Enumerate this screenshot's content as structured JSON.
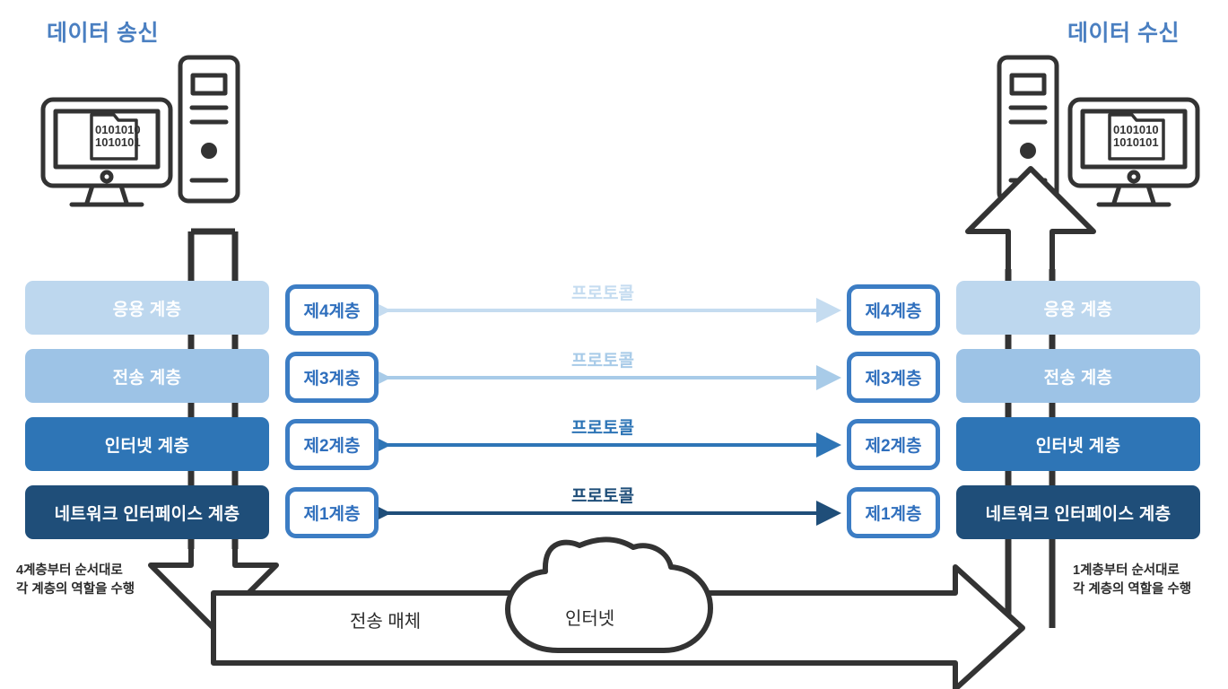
{
  "diagram": {
    "title_left": "데이터 송신",
    "title_right": "데이터 수신",
    "sender": {
      "label": "데이터 송신",
      "icons": [
        "monitor-binary-file-icon",
        "desktop-tower-icon"
      ],
      "screen_text_line1": "0101010",
      "screen_text_line2": "1010101"
    },
    "receiver": {
      "label": "데이터 수신",
      "icons": [
        "desktop-tower-icon",
        "monitor-binary-file-icon"
      ],
      "screen_text_line1": "0101010",
      "screen_text_line2": "1010101"
    },
    "stack_layers": [
      {
        "name": "응용 계층",
        "color": "#bdd7ee",
        "text_color": "#ffffff"
      },
      {
        "name": "전송 계층",
        "color": "#9dc3e6",
        "text_color": "#ffffff"
      },
      {
        "name": "인터넷 계층",
        "color": "#2e75b6",
        "text_color": "#ffffff"
      },
      {
        "name": "네트워크 인터페이스 계층",
        "color": "#1f4e79",
        "text_color": "#ffffff"
      }
    ],
    "tiers": [
      {
        "name": "제4계층",
        "border_color": "#3c7dc4",
        "text_color": "#2f6fbd"
      },
      {
        "name": "제3계층",
        "border_color": "#3c7dc4",
        "text_color": "#2f6fbd"
      },
      {
        "name": "제2계층",
        "border_color": "#3c7dc4",
        "text_color": "#2f6fbd"
      },
      {
        "name": "제1계층",
        "border_color": "#3c7dc4",
        "text_color": "#2f6fbd"
      }
    ],
    "protocols": [
      {
        "label": "프로토콜",
        "color": "#c5dcf0"
      },
      {
        "label": "프로토콜",
        "color": "#a8cbe8"
      },
      {
        "label": "프로토콜",
        "color": "#2e75b6"
      },
      {
        "label": "프로토콜",
        "color": "#1f4e79"
      }
    ],
    "transmission_medium_label": "전송 매체",
    "cloud_label": "인터넷",
    "note_left_line1": "4계층부터 순서대로",
    "note_left_line2": "각 계층의 역할을 수행",
    "note_right_line1": "1계층부터 순서대로",
    "note_right_line2": "각 계층의 역할을 수행",
    "colors": {
      "title": "#4a7fc1",
      "outline": "#333333",
      "tier_border": "#3c7dc4",
      "tier_text": "#2f6fbd",
      "note_text": "#2b2b2b"
    }
  }
}
